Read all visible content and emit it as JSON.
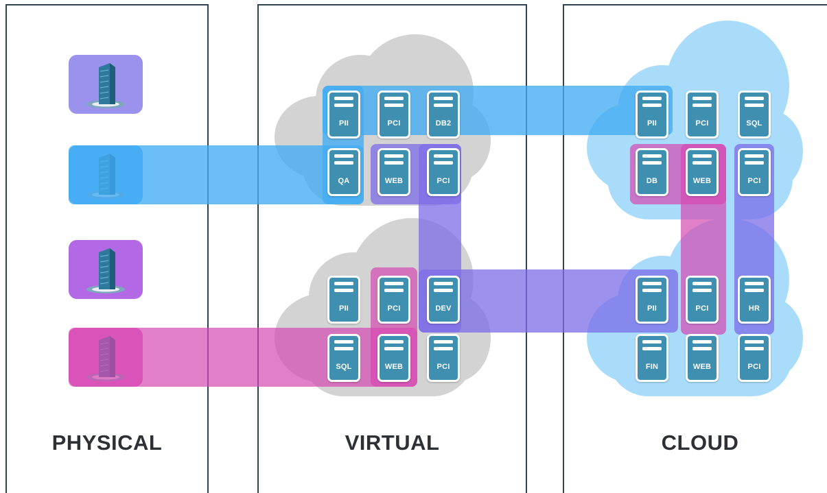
{
  "columns": {
    "physical": "PHYSICAL",
    "virtual": "VIRTUAL",
    "cloud": "CLOUD"
  },
  "colors": {
    "blue_band": "#42acf4",
    "purple_band": "#7c6ce8",
    "magenta_band": "#d648b2",
    "grey_cloud": "#d3d3d3",
    "light_blue_cloud": "#a9dcfb",
    "server_fill": "#3f8fb1",
    "column_border": "#2f4250"
  },
  "physical_buildings": [
    {
      "icon": "building-icon",
      "tile_color": "#9a92ec"
    },
    {
      "icon": "building-icon",
      "tile_color": "#59b2f5"
    },
    {
      "icon": "building-icon",
      "tile_color": "#b369e6"
    },
    {
      "icon": "building-icon",
      "tile_color": "#e06cc6"
    }
  ],
  "virtual": {
    "top_cloud": {
      "row1": [
        "PII",
        "PCI",
        "DB2"
      ],
      "row2": [
        "QA",
        "WEB",
        "PCI"
      ]
    },
    "bottom_cloud": {
      "row1": [
        "PII",
        "PCI",
        "DEV"
      ],
      "row2": [
        "SQL",
        "WEB",
        "PCI"
      ]
    }
  },
  "cloud": {
    "top_cloud": {
      "row1": [
        "PII",
        "PCI",
        "SQL"
      ],
      "row2": [
        "DB",
        "WEB",
        "PCI"
      ]
    },
    "bottom_cloud": {
      "row1": [
        "PII",
        "PCI",
        "HR"
      ],
      "row2": [
        "FIN",
        "WEB",
        "PCI"
      ]
    }
  }
}
